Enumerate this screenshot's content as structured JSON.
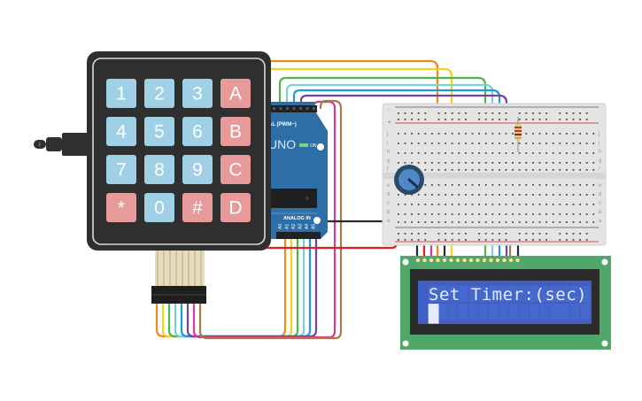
{
  "title": "Arduino Keypad Timer Circuit",
  "keypad": {
    "keys": [
      {
        "label": "1",
        "type": "digit"
      },
      {
        "label": "2",
        "type": "digit"
      },
      {
        "label": "3",
        "type": "digit"
      },
      {
        "label": "A",
        "type": "letter"
      },
      {
        "label": "4",
        "type": "digit"
      },
      {
        "label": "5",
        "type": "digit"
      },
      {
        "label": "6",
        "type": "digit"
      },
      {
        "label": "B",
        "type": "letter"
      },
      {
        "label": "7",
        "type": "digit"
      },
      {
        "label": "8",
        "type": "digit"
      },
      {
        "label": "9",
        "type": "digit"
      },
      {
        "label": "C",
        "type": "letter"
      },
      {
        "label": "*",
        "type": "symbol"
      },
      {
        "label": "0",
        "type": "digit"
      },
      {
        "label": "#",
        "type": "symbol"
      },
      {
        "label": "D",
        "type": "letter"
      }
    ],
    "colors": {
      "digit": "#9fd0e6",
      "letter": "#e69a9a",
      "symbol": "#e69a9a",
      "body": "#2f2f2f"
    }
  },
  "arduino": {
    "model_label": "UNO",
    "digital_label": "AL (PWM~)",
    "analog_label": "ANALOG IN",
    "on_label": "ON",
    "analog_pins": [
      "A0",
      "A1",
      "A2",
      "A3",
      "A4",
      "A5"
    ],
    "board_color": "#2e6ea6"
  },
  "lcd": {
    "line1": "Set Timer:(sec)",
    "line2": "",
    "cursor": "█",
    "pcb_color": "#4fa86a",
    "screen_color": "#3f5fc4"
  },
  "breadboard": {
    "rail_minus": "-",
    "rail_plus": "+",
    "row_letters_top": [
      "j",
      "i",
      "h",
      "g",
      "f"
    ],
    "row_letters_bottom": [
      "e",
      "d",
      "c",
      "b",
      "a"
    ]
  },
  "wire_colors": {
    "orange": "#f0891e",
    "yellow": "#f5d21c",
    "green": "#4cb84a",
    "light_blue": "#7acfdf",
    "blue": "#1e9ad6",
    "purple": "#7b3fa0",
    "pink": "#d93a93",
    "brown": "#a6794a",
    "red": "#e02020",
    "black": "#2a2a2a"
  }
}
